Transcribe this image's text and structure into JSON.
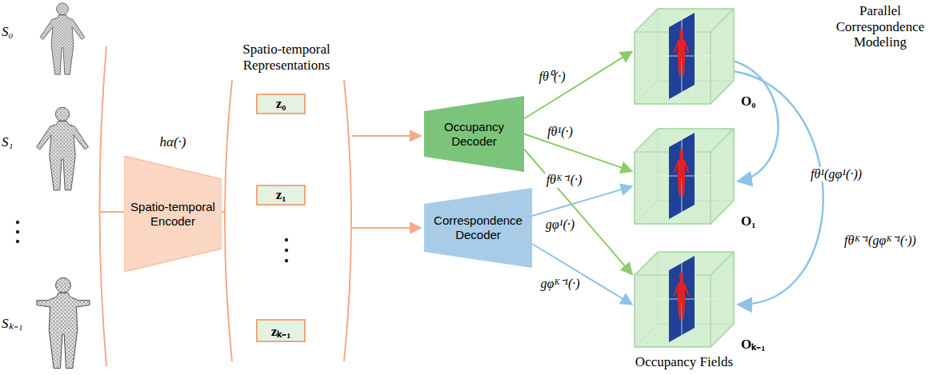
{
  "diagram": {
    "nodes": [
      {
        "text": [
          "hα(·)",
          "Spatio-temporal Encoder"
        ]
      },
      {
        "text": [
          "z₀"
        ]
      },
      {
        "text": [
          "z₁"
        ]
      },
      {
        "text": [
          "zₖ₋₁"
        ]
      },
      {
        "text": [
          "Occupancy Decoder"
        ]
      },
      {
        "text": [
          "Correspondence Decoder"
        ]
      },
      {
        "text": [
          "O₀"
        ]
      },
      {
        "text": [
          "O₁"
        ]
      },
      {
        "text": [
          "Oₖ₋₁"
        ]
      }
    ],
    "edges": [
      {
        "from": 4,
        "to": 6,
        "label": "fθ⁰(·)",
        "arrow": "to"
      },
      {
        "from": 4,
        "to": 7,
        "label": "fθ¹(·)",
        "arrow": "to"
      },
      {
        "from": 4,
        "to": 8,
        "label": "fθᴷ⁻¹(·)",
        "arrow": "to"
      },
      {
        "from": 5,
        "to": 7,
        "label": "gφ¹(·)",
        "arrow": "to"
      },
      {
        "from": 5,
        "to": 8,
        "label": "gφᴷ⁻¹(·)",
        "arrow": "to"
      },
      {
        "from": 6,
        "to": 7,
        "label": "fθ¹(gφ¹(·))",
        "arrow": "to"
      },
      {
        "from": 6,
        "to": 8,
        "label": "fθᴷ⁻¹(gφᴷ⁻¹(·))",
        "arrow": "to"
      }
    ],
    "labels": [
      "S₀",
      "S₁",
      "Sₖ₋₁",
      "Spatio-temporal Representations",
      "Parallel Correspondence Modeling",
      "Occupancy Fields"
    ]
  }
}
